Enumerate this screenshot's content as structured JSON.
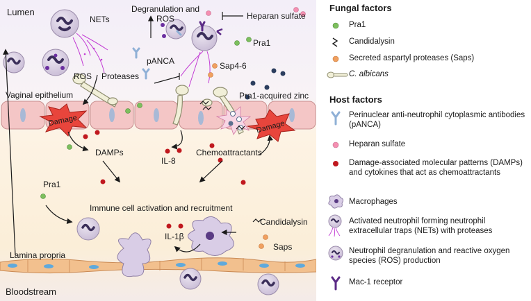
{
  "diagram": {
    "lumen": "Lumen",
    "nets": "NETs",
    "degranulation": "Degranulation and\nROS",
    "heparan_sulfate": "Heparan sulfate",
    "pra1_top": "Pra1",
    "panca": "pANCA",
    "sap46": "Sap4-6",
    "ros": "ROS",
    "proteases": "Proteases",
    "vaginal_epithelium": "Vaginal epithelium",
    "pra1_zinc": "Pra1-acquired zinc",
    "damage_left": "Damage",
    "damage_right": "Damage",
    "il8": "IL-8",
    "damps": "DAMPs",
    "chemoattractants": "Chemoattractants",
    "pra1_mid": "Pra1",
    "immune_activation": "Immune cell activation and recruitment",
    "candidalysin": "Candidalysin",
    "il1b": "IL-1β",
    "saps": "Saps",
    "lamina_propria": "Lamina propria",
    "bloodstream": "Bloodstream"
  },
  "legend": {
    "fungal_heading": "Fungal factors",
    "host_heading": "Host factors",
    "fungal": [
      {
        "icon": "green-dot-icon",
        "label": "Pra1"
      },
      {
        "icon": "squiggle-icon",
        "label": "Candidalysin"
      },
      {
        "icon": "orange-dot-icon",
        "label": "Secreted aspartyl proteases (Saps)"
      },
      {
        "icon": "hypha-icon",
        "label": "C. albicans"
      }
    ],
    "host": [
      {
        "icon": "antibody-icon",
        "label": "Perinuclear anti-neutrophil cytoplasmic antibodies (pANCA)"
      },
      {
        "icon": "pink-dot-icon",
        "label": "Heparan sulfate"
      },
      {
        "icon": "red-dot-icon",
        "label": "Damage-associated molecular patterns (DAMPs) and cytokines that act as chemoattractants"
      },
      {
        "icon": "macrophage-icon",
        "label": "Macrophages"
      },
      {
        "icon": "net-neutrophil-icon",
        "label": "Activated neutrophil forming neutrophil extracellular traps (NETs) with proteases"
      },
      {
        "icon": "ros-neutrophil-icon",
        "label": "Neutrophil degranulation and reactive oxygen species (ROS) production"
      },
      {
        "icon": "receptor-icon",
        "label": "Mac-1 receptor"
      }
    ]
  },
  "colors": {
    "pra1": "#7dbf5e",
    "saps": "#f0a060",
    "heparan": "#f48fb1",
    "damps": "#c0181e",
    "antibody": "#8fb0d6",
    "receptor": "#5b2a86",
    "damage": "#e8453c",
    "epithelium": "#f4c6c6",
    "lamina": "#f2c08e"
  }
}
